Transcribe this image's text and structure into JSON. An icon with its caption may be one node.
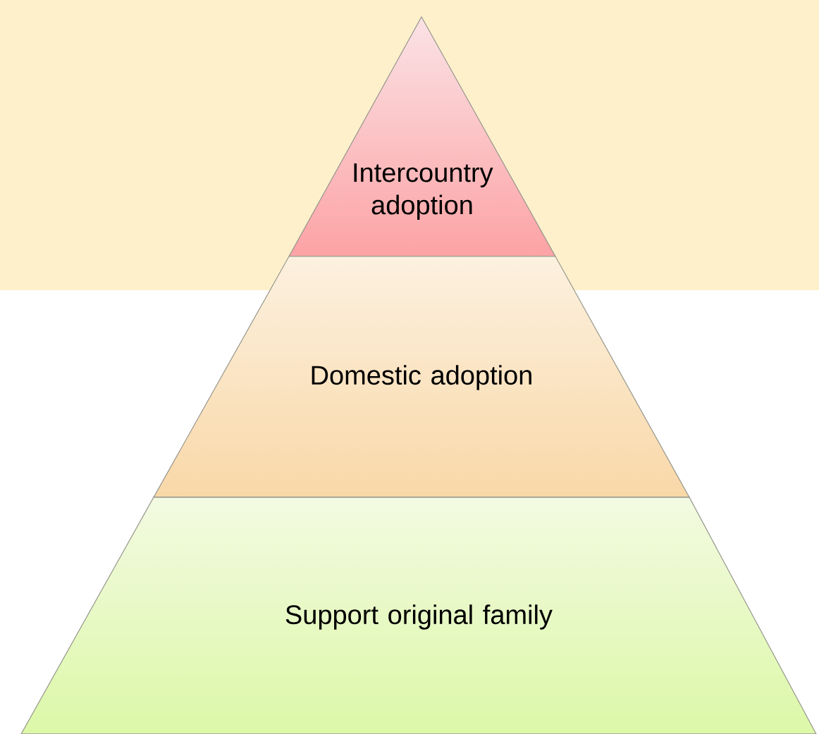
{
  "diagram": {
    "nodes": [
      {
        "text": [
          "Intercountry adoption"
        ]
      },
      {
        "text": [
          "Domestic adoption"
        ]
      },
      {
        "text": [
          "Support original family"
        ]
      }
    ]
  }
}
